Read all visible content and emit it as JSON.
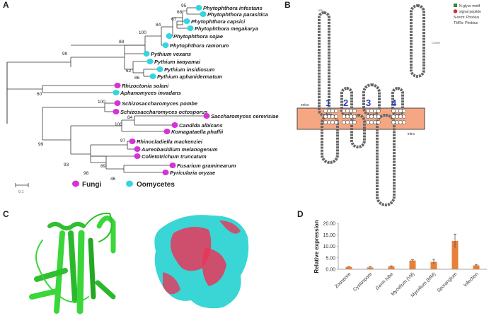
{
  "panel_labels": [
    "A",
    "B",
    "C",
    "D"
  ],
  "tree": {
    "taxa": [
      "Phytophthora infestans",
      "Phytophthora parasitica",
      "Phytophthora capsici",
      "Phytophthora megakarya",
      "Phytophthora sojae",
      "Phytophthora ramorum",
      "Pythium vexans",
      "Pythium iwayamai",
      "Pythium insidiosum",
      "Pythium aphanidermatum",
      "Rhizoctonia solani",
      "Aphanomyces invadans",
      "Schizosaccharomyces pombe",
      "Schizosaccharomyces octosporus",
      "Saccharomyces cerevisiae",
      "Candida albicans",
      "Komagataella phaffii",
      "Rhinocladiella mackenziei",
      "Aureobasidium melanogenum",
      "Colletotrichum truncatum",
      "Fusarium graminearum",
      "Pyricularia oryzae"
    ],
    "bootstraps": [
      "95",
      "68",
      "67",
      "84",
      "100",
      "88",
      "99",
      "62",
      "86",
      "60",
      "100",
      "84",
      "100",
      "99",
      "97",
      "93",
      "98",
      "89",
      "46"
    ],
    "scale": "0.1",
    "legend": [
      "Fungi",
      "Oomycetes"
    ],
    "colors": {
      "fungi": "#d633d6",
      "oomycetes": "#33d6e0"
    }
  },
  "topology": {
    "legend": [
      "N-glyco motif",
      "signal peptide",
      "N-term: Phobius",
      "TMRs: Phobius"
    ],
    "termini": [
      "H2N",
      "COOH"
    ],
    "tm_numbers": [
      "1",
      "2",
      "3",
      "4"
    ],
    "regions": [
      "extra",
      "intra"
    ],
    "colors": {
      "membrane": "#f5a784",
      "tm_number": "#2d3fb3",
      "glyco": "#2e8b3a",
      "signal": "#d63030"
    }
  },
  "structure": {
    "colors": {
      "cartoon": "#3ad63a",
      "surface_a": "#3ad6d6",
      "surface_b": "#e8365a"
    }
  },
  "chart_data": {
    "type": "bar",
    "categories": [
      "Zoospore",
      "Cystospore",
      "Germ tube",
      "Mycelium (V8)",
      "Mycelium (MM)",
      "Sporangium",
      "Infection"
    ],
    "values": [
      1.0,
      0.8,
      1.2,
      3.8,
      3.2,
      12.3,
      1.7
    ],
    "errors": [
      0.2,
      0.3,
      0.3,
      0.3,
      1.1,
      3.0,
      0.4
    ],
    "ylabel": "Relative expression",
    "yticks": [
      "0.00",
      "5.00",
      "10.00",
      "15.00",
      "20.00"
    ],
    "ylim": [
      0,
      20
    ],
    "color": "#e8803a"
  }
}
